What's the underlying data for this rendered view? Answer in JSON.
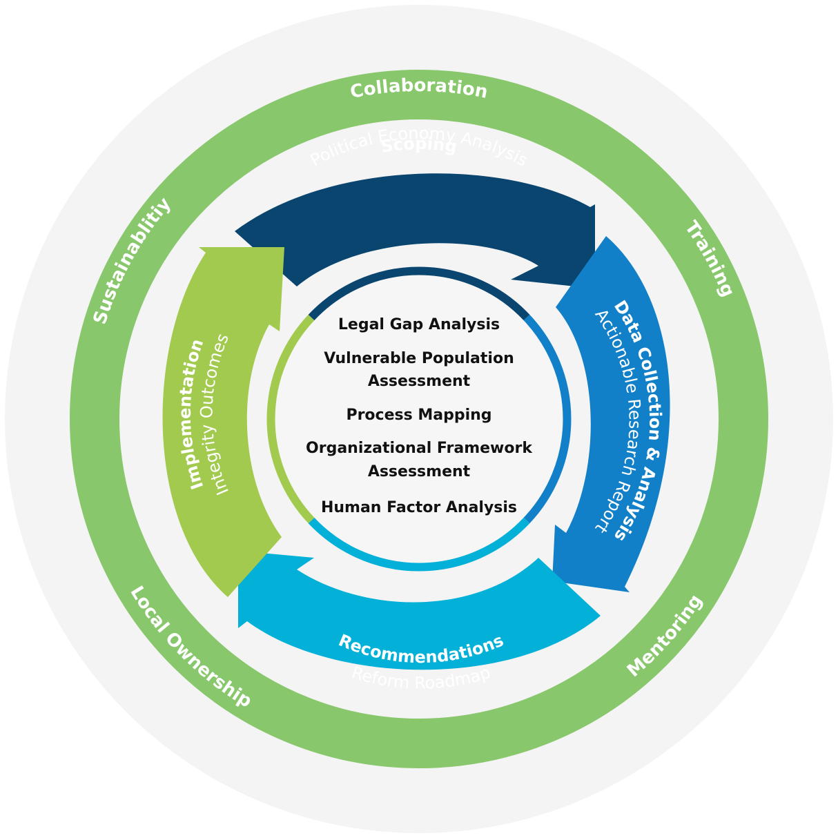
{
  "outer_ring": {
    "items": [
      "Collaboration",
      "Training",
      "Mentoring",
      "Local Ownership",
      "Sustainablitiy"
    ]
  },
  "stages": {
    "scoping": {
      "title": "Scoping",
      "subtitle": "Political Economy Analysis",
      "color": "#0a4570"
    },
    "data_collection": {
      "title": "Data Collection & Analysis",
      "subtitle": "Actionable Research Report",
      "color": "#1280c8"
    },
    "recommendations": {
      "title": "Recommendations",
      "subtitle": "Reform Roadmap",
      "color": "#03b0d8"
    },
    "implementation": {
      "title": "Implementation",
      "subtitle": "Integrity Outcomes",
      "color": "#a2ca4f"
    }
  },
  "center": {
    "lines": [
      "Legal Gap Analysis",
      "Vulnerable Population",
      "Assessment",
      "Process Mapping",
      "Organizational Framework",
      "Assessment",
      "Human Factor Analysis"
    ]
  },
  "colors": {
    "ring_green": "#88c76b",
    "background_gray": "#f4f4f4",
    "center_fill": "#f6f6f6",
    "center_text": "#111111"
  }
}
